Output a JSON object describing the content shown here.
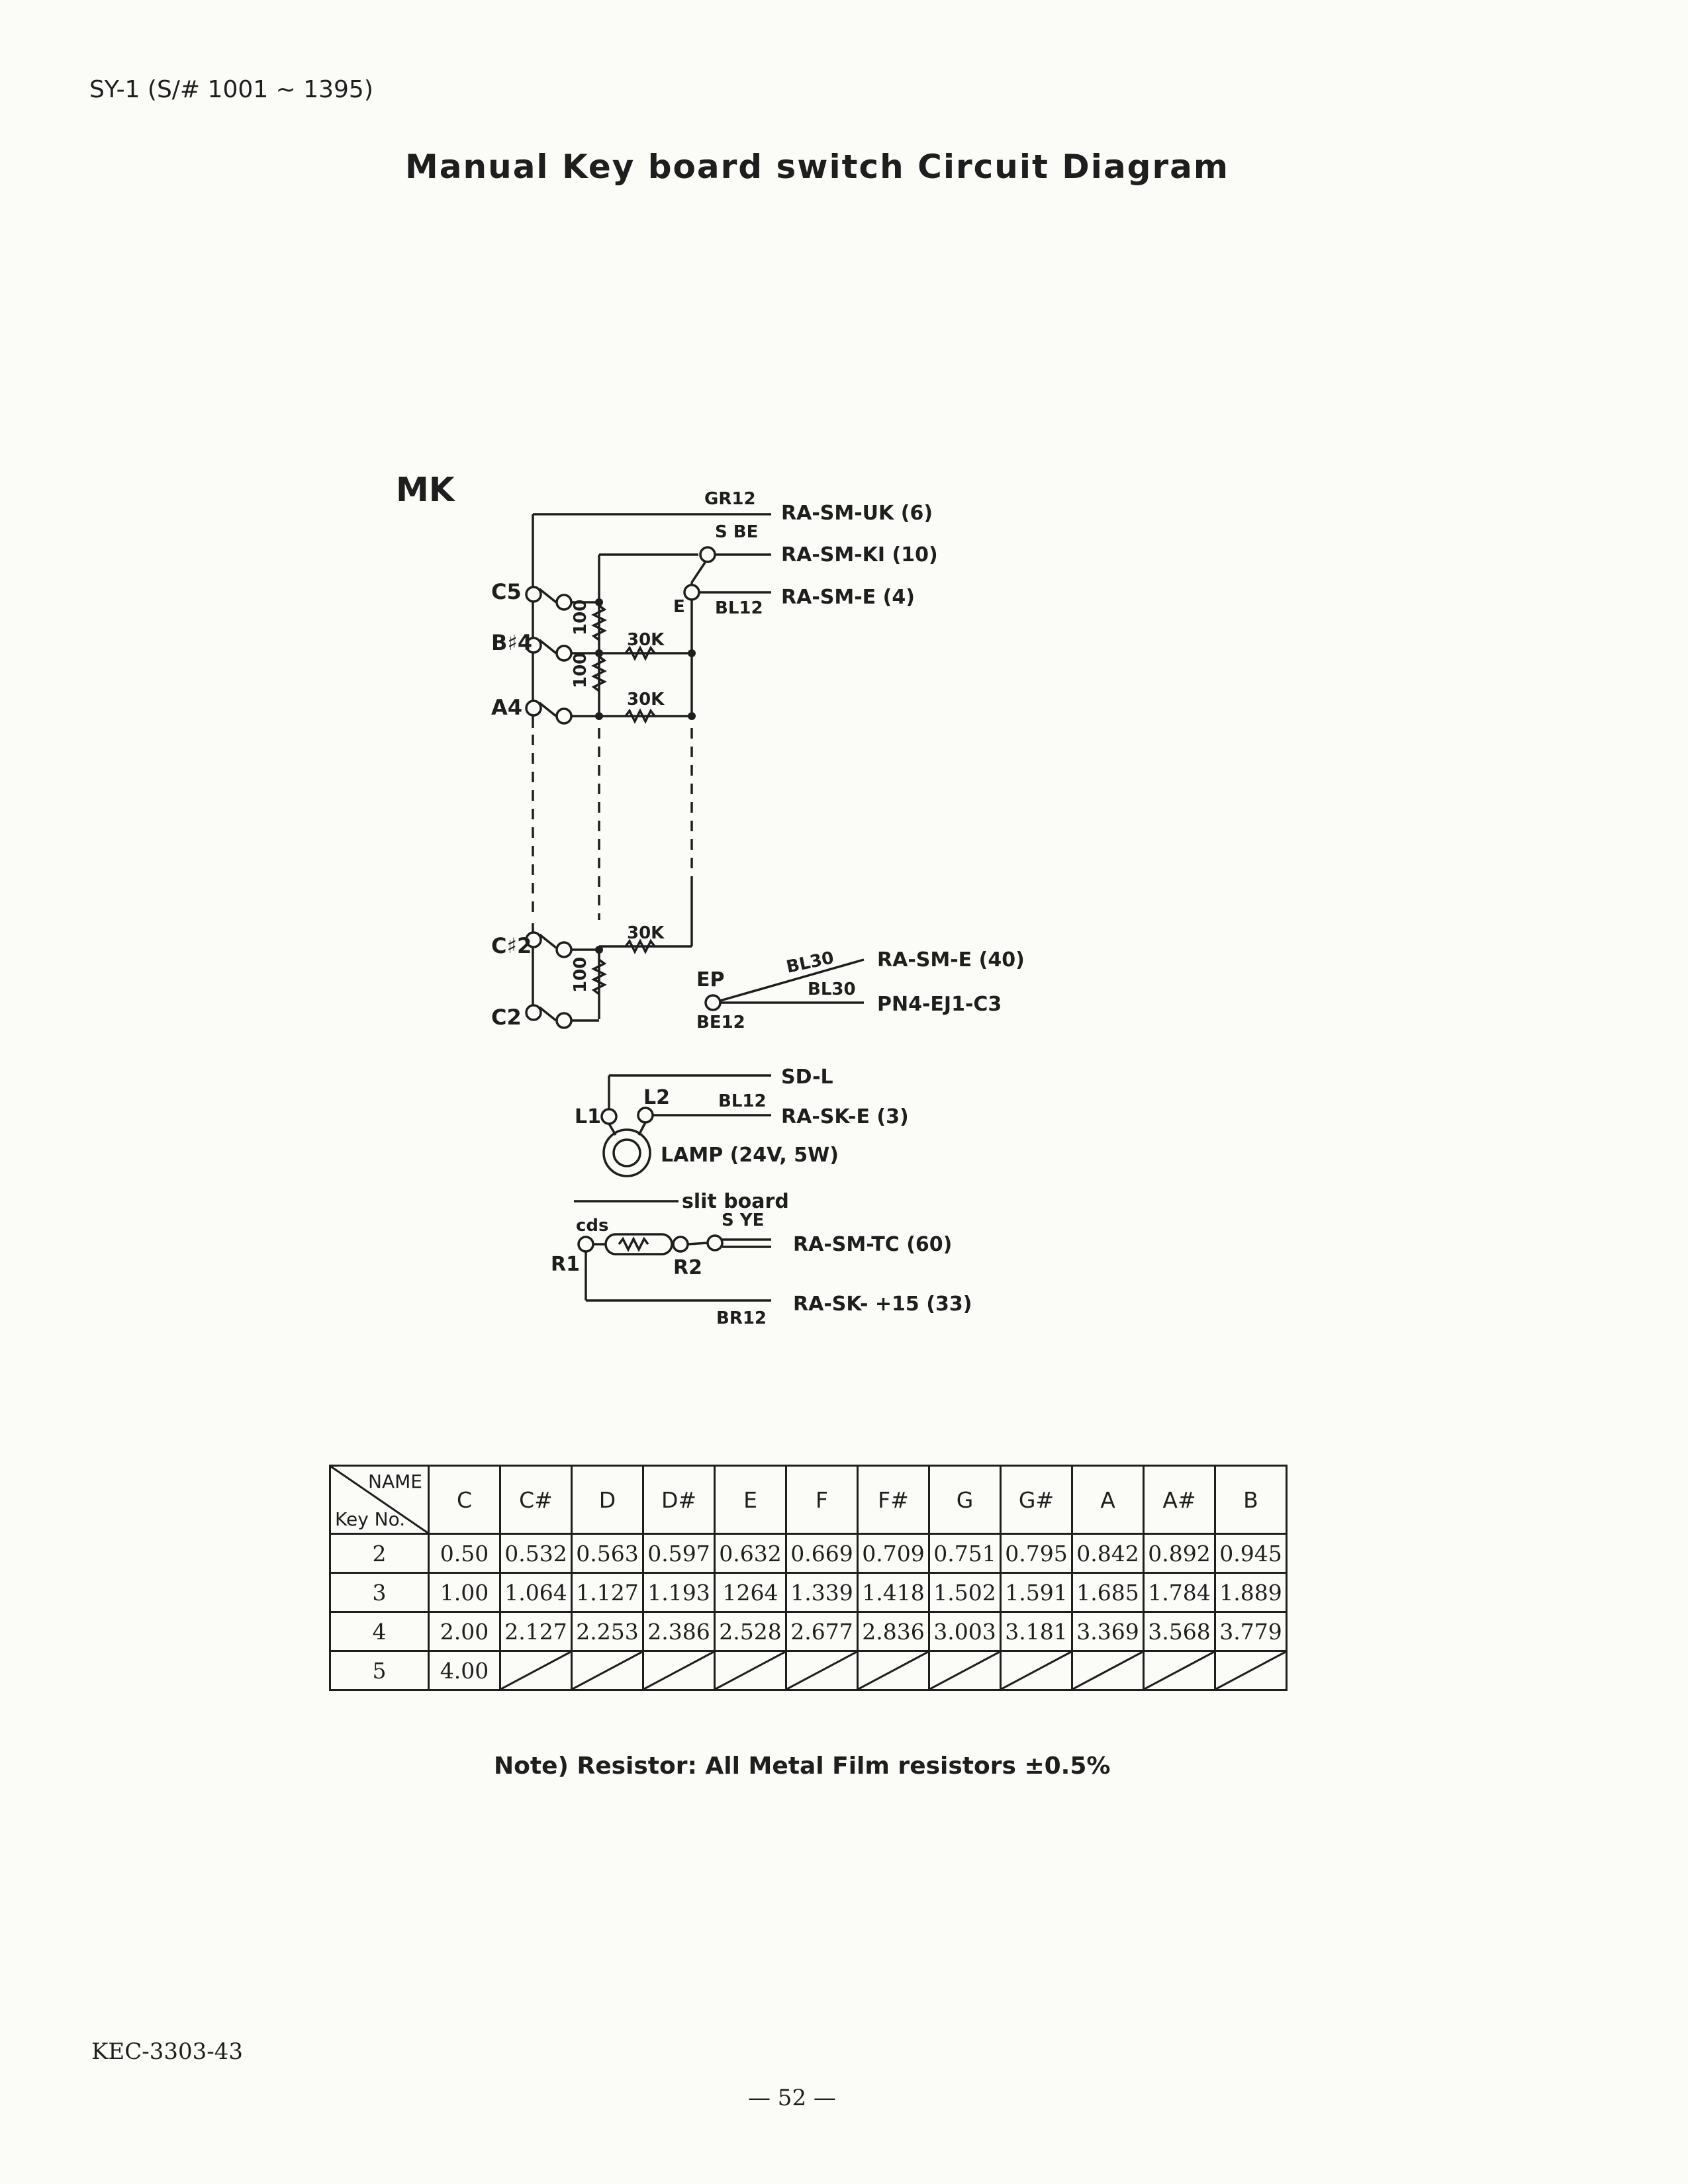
{
  "header": {
    "model_ref": "SY-1 (S/# 1001 ~ 1395)",
    "title": "Manual Key board switch Circuit Diagram"
  },
  "diagram": {
    "block_label": "MK",
    "keys": {
      "c5": "C5",
      "b4": "B♯4",
      "a4": "A4",
      "c2s": "C♯2",
      "c2": "C2"
    },
    "resistors": {
      "r100": "100",
      "r30k": "30K"
    },
    "switch_wires": {
      "gr12": "GR12",
      "sbe": "S BE",
      "bl12": "BL12",
      "e": "E",
      "uk": "RA-SM-UK (6)",
      "ki": "RA-SM-KI (10)",
      "e4": "RA-SM-E (4)"
    },
    "ep": {
      "label": "EP",
      "be12": "BE12",
      "bl30a": "BL30",
      "bl30b": "BL30",
      "e40": "RA-SM-E (40)",
      "pn4": "PN4-EJ1-C3"
    },
    "lamp": {
      "sdl": "SD-L",
      "l1": "L1",
      "l2": "L2",
      "bl12": "BL12",
      "sk_e3": "RA-SK-E (3)",
      "lamp_label": "LAMP (24V, 5W)"
    },
    "slit": {
      "board": "slit board",
      "cds": "cds",
      "sye": "S YE",
      "r1": "R1",
      "r2": "R2",
      "tc60": "RA-SM-TC (60)",
      "br12": "BR12",
      "sk15": "RA-SK- +15 (33)"
    },
    "note": "Note) Resistor: All Metal Film resistors ±0.5%"
  },
  "table": {
    "corner_top": "NAME",
    "corner_bottom": "Key No.",
    "columns": [
      "C",
      "C#",
      "D",
      "D#",
      "E",
      "F",
      "F#",
      "G",
      "G#",
      "A",
      "A#",
      "B"
    ],
    "rows": [
      {
        "key": "2",
        "values": [
          "0.50",
          "0.532",
          "0.563",
          "0.597",
          "0.632",
          "0.669",
          "0.709",
          "0.751",
          "0.795",
          "0.842",
          "0.892",
          "0.945"
        ]
      },
      {
        "key": "3",
        "values": [
          "1.00",
          "1.064",
          "1.127",
          "1.193",
          "1264",
          "1.339",
          "1.418",
          "1.502",
          "1.591",
          "1.685",
          "1.784",
          "1.889"
        ]
      },
      {
        "key": "4",
        "values": [
          "2.00",
          "2.127",
          "2.253",
          "2.386",
          "2.528",
          "2.677",
          "2.836",
          "3.003",
          "3.181",
          "3.369",
          "3.568",
          "3.779"
        ]
      },
      {
        "key": "5",
        "values": [
          "4.00",
          "",
          "",
          "",
          "",
          "",
          "",
          "",
          "",
          "",
          "",
          ""
        ]
      }
    ]
  },
  "footer": {
    "code": "KEC-3303-43",
    "page": "— 52 —"
  }
}
